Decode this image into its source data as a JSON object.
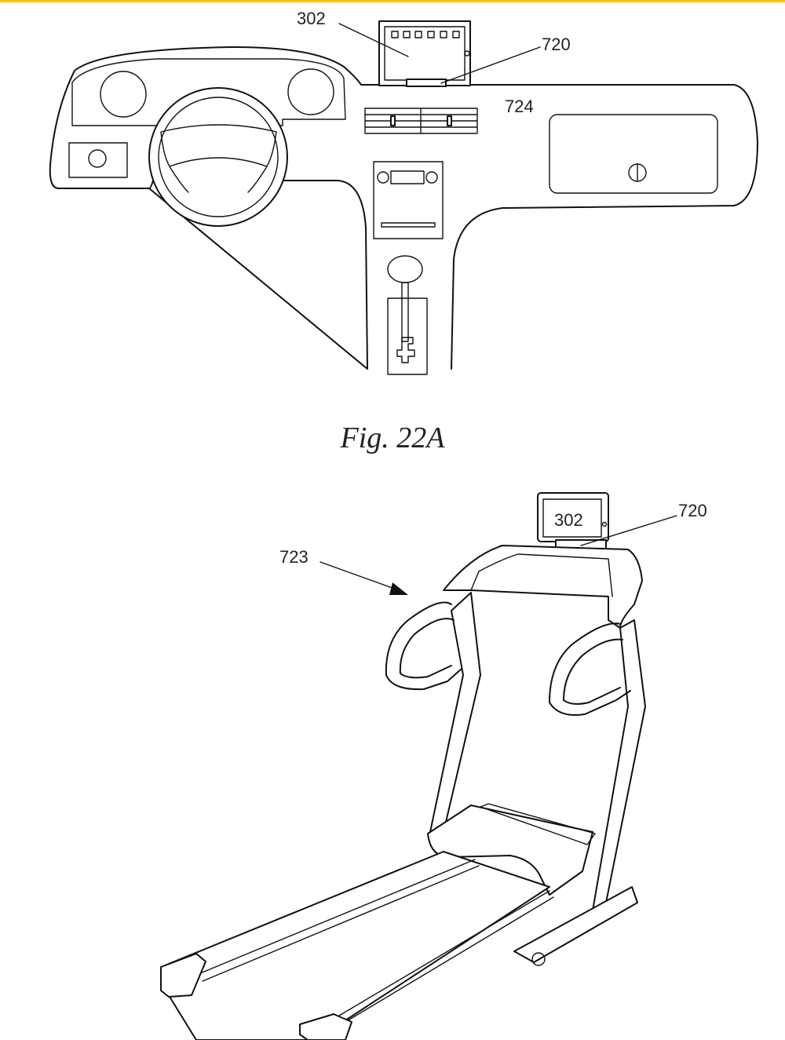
{
  "figure_22a": {
    "caption": "Fig. 22A",
    "labels": {
      "display": "302",
      "mount": "720",
      "dashboard": "724"
    }
  },
  "figure_22b": {
    "labels": {
      "display": "302",
      "mount": "720",
      "treadmill": "723"
    }
  },
  "colors": {
    "top_rule": "#f4c21b",
    "line": "#111111"
  }
}
